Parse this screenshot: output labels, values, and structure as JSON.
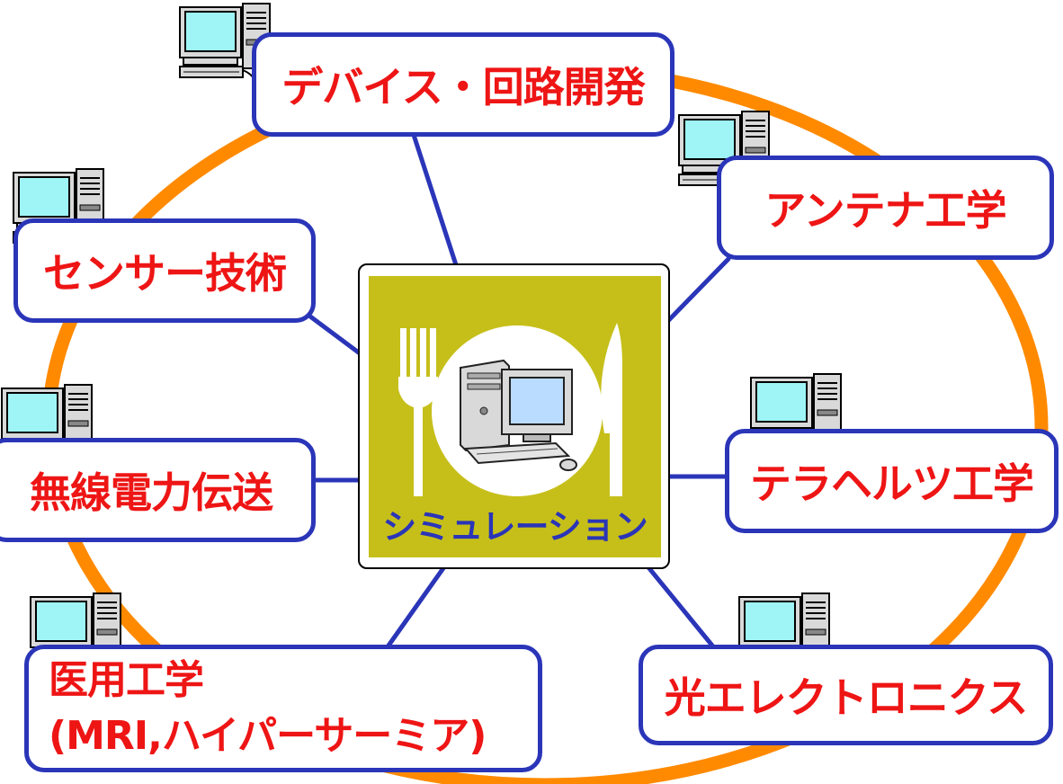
{
  "diagram": {
    "center": {
      "label": "シミュレーション"
    },
    "nodes": {
      "device": "デバイス・回路開発",
      "antenna": "アンテナ工学",
      "sensor": "センサー技術",
      "wireless": "無線電力伝送",
      "terahertz": "テラヘルツ工学",
      "optical": "光エレクトロニクス",
      "medical_line1": "医用工学",
      "medical_line2": "(MRI,ハイパーサーミア)"
    },
    "colors": {
      "ring": "#ff8a00",
      "connector": "#2a35b8",
      "node_border": "#2a35b8",
      "node_text": "#ee1515",
      "panel": "#c6bf1a",
      "center_text": "#2a35b8"
    },
    "icons": {
      "computer": "computer-icon",
      "fork": "fork-icon",
      "knife": "knife-icon",
      "plate": "plate-icon"
    }
  }
}
